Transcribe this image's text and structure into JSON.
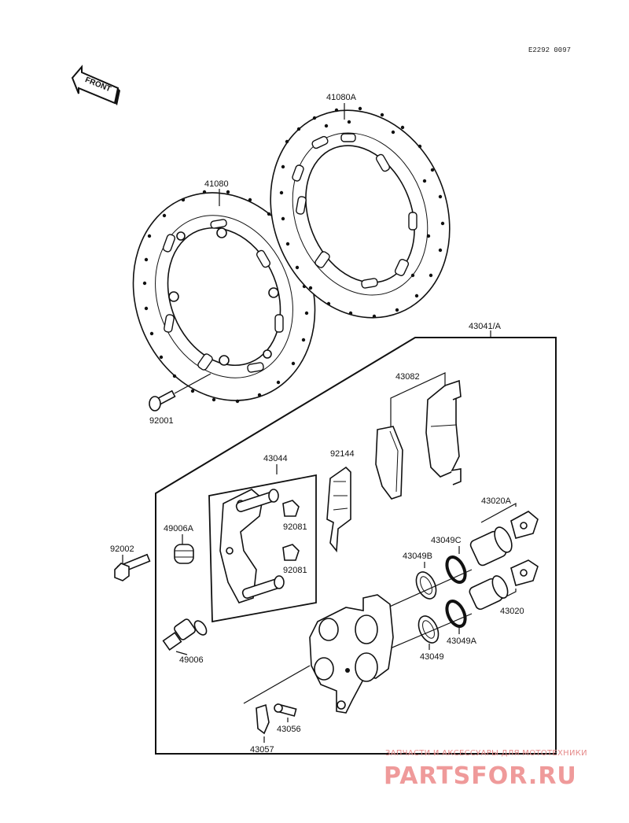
{
  "ref_code": "E2292 0097",
  "front_arrow": "FRONT",
  "parts": {
    "disc_right": "41080A",
    "disc_left": "41080",
    "disc_bolt": "92001",
    "caliper_assy": "43041/A",
    "pads": "43082",
    "spring": "92144",
    "bracket": "43044",
    "clip_top": "92081",
    "clip_bottom": "92081",
    "boot": "49006A",
    "bolt": "92002",
    "pin": "49006",
    "piston_a": "43020A",
    "piston": "43020",
    "seal_c": "43049C",
    "seal_b": "43049B",
    "seal_a": "43049A",
    "seal": "43049",
    "bleeder": "43056",
    "cap": "43057"
  },
  "watermark": {
    "subtitle": "ЗАПЧАСТИ И АКСЕССУАРЫ ДЛЯ МОТОТЕХНИКИ",
    "brand": "PARTSFOR.RU"
  }
}
